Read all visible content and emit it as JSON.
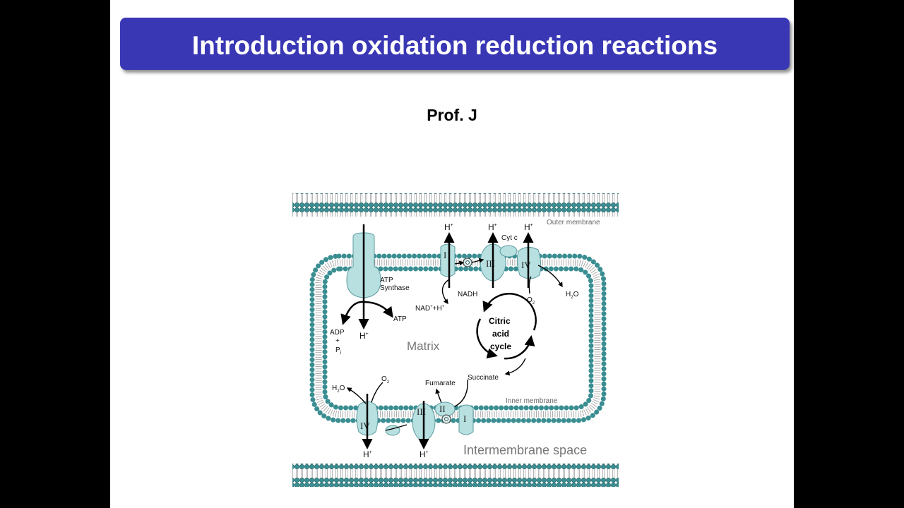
{
  "slide": {
    "title": "Introduction oxidation reduction reactions",
    "author": "Prof. J"
  },
  "diagram": {
    "labels": {
      "outer_membrane": "Outer membrane",
      "inner_membrane": "Inner membrane",
      "intermembrane_space": "Intermembrane space",
      "matrix": "Matrix",
      "atp_synthase_1": "ATP",
      "atp_synthase_2": "Synthase",
      "atp": "ATP",
      "adp": "ADP",
      "plus": "+",
      "pi": "P",
      "pi_sub": "i",
      "h": "H",
      "plus_sup": "+",
      "cyt_c": "Cyt c",
      "nadh": "NADH",
      "nad": "NAD",
      "nad_suffix": "+H",
      "h2o_a": "H",
      "h2o_sub": "2",
      "h2o_b": "O",
      "o2_a": "O",
      "o2_sub": "2",
      "citric_1": "Citric",
      "citric_2": "acid",
      "citric_3": "cycle",
      "succinate": "Succinate",
      "fumarate": "Fumarate"
    },
    "complexes": {
      "c1": "I",
      "c2": "II",
      "c3": "III",
      "c4": "IV"
    },
    "colors": {
      "membrane_head": "#3a8e92",
      "protein_fill": "#b8e0e0"
    }
  }
}
